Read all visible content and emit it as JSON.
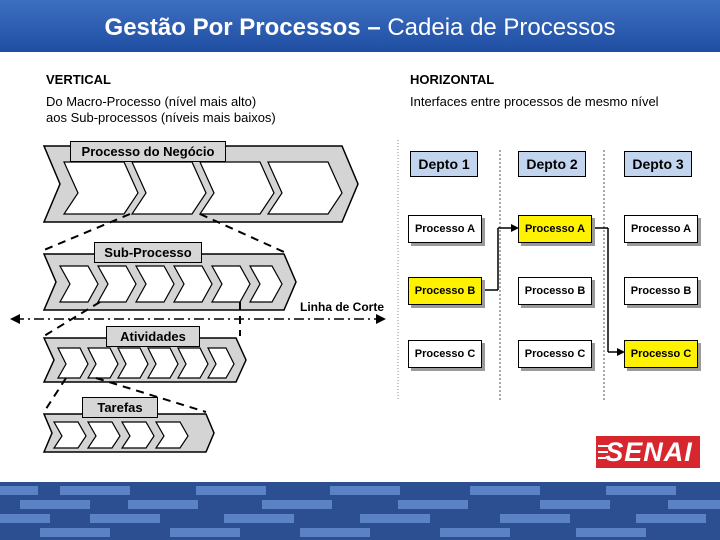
{
  "title": {
    "bold": "Gestão Por Processos –",
    "light": " Cadeia de Processos"
  },
  "vertical": {
    "heading": "VERTICAL",
    "desc_line1": "Do Macro-Processo (nível mais alto)",
    "desc_line2": "aos Sub-processos (níveis mais baixos)",
    "levels": [
      "Processo do Negócio",
      "Sub-Processo",
      "Atividades",
      "Tarefas"
    ],
    "cut_line": "Linha de Corte"
  },
  "horizontal": {
    "heading": "HORIZONTAL",
    "desc": "Interfaces entre processos de mesmo nível",
    "departments": [
      "Depto 1",
      "Depto 2",
      "Depto 3"
    ],
    "rows": [
      [
        "Processo A",
        "Processo A",
        "Processo A"
      ],
      [
        "Processo B",
        "Processo B",
        "Processo B"
      ],
      [
        "Processo C",
        "Processo C",
        "Processo C"
      ]
    ]
  },
  "logo": "SENAI",
  "colors": {
    "title_bar": "#2a5bb0",
    "highlight": "#fff200",
    "dept_fill": "#c3d5ee",
    "footer": "#2c4f92",
    "logo_red": "#d7262e"
  }
}
